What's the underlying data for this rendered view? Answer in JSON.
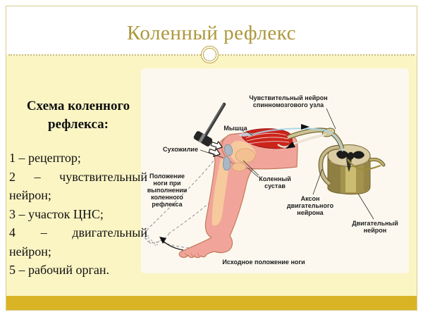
{
  "slide": {
    "title": "Коленный рефлекс"
  },
  "left_text": {
    "heading": "Схема коленного рефлекса:",
    "items": [
      "1 – рецептор;",
      "2 – чувствительный нейрон;",
      "3 – участок ЦНС;",
      "4 – двигательный нейрон;",
      "5 – рабочий орган."
    ]
  },
  "diagram": {
    "labels": {
      "sensory_1": "Чувствительный нейрон",
      "sensory_2": "спинномозгового узла",
      "muscle": "Мышца",
      "tendon": "Сухожилие",
      "position_1": "Положение",
      "position_2": "ноги при",
      "position_3": "выполнении",
      "position_4": "коленного",
      "position_5": "рефлекса",
      "knee_1": "Коленный",
      "knee_2": "сустав",
      "axon_1": "Аксон",
      "axon_2": "двигательного",
      "axon_3": "нейрона",
      "motor_1": "Двигательный",
      "motor_2": "нейрон",
      "initial": "Исходное положение ноги"
    }
  },
  "colors": {
    "title_gold": "#ad983c",
    "frame_gold": "#d8c98f",
    "body_yellow": "#fbf5c4",
    "band_gold": "#d9b525",
    "panel_white": "#fcf8ef",
    "muscle_red": "#cb241b",
    "skin_pink": "#f1a59a",
    "cord_olive": "#a4934c"
  }
}
